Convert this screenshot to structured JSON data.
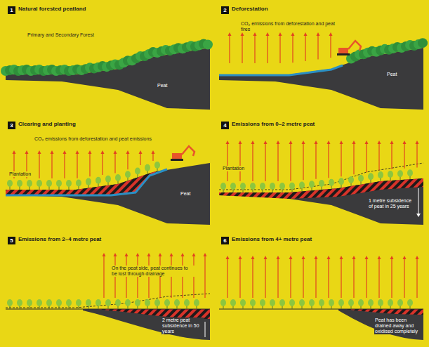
{
  "diagram": {
    "nodes": [
      {
        "text": [
          "Natural forested peatland"
        ]
      },
      {
        "text": [
          "Deforestation"
        ]
      },
      {
        "text": [
          "Clearing and planting"
        ]
      },
      {
        "text": [
          "Emissions from 0–2 metre peat"
        ]
      },
      {
        "text": [
          "Emissions from 2–4 metre peat"
        ]
      },
      {
        "text": [
          "Emissions from 4+ metre peat"
        ]
      }
    ],
    "edges": [],
    "labels": [
      "1",
      "2",
      "3",
      "4",
      "5",
      "6",
      "Primary and Secondary Forest",
      "Peat",
      "CO₂ emissions from deforestation and peat fires",
      "Peat",
      "CO₂ emissions from deforestation and peat emissions",
      "Plantation",
      "Peat",
      "Plantation",
      "1 metre subsidence of peat in 25 years",
      "On the peat side, peat continues to be lost through drainage",
      "2 metre peat subsidence in 50 years",
      "Peat has been drained away and oxidised completely"
    ]
  }
}
